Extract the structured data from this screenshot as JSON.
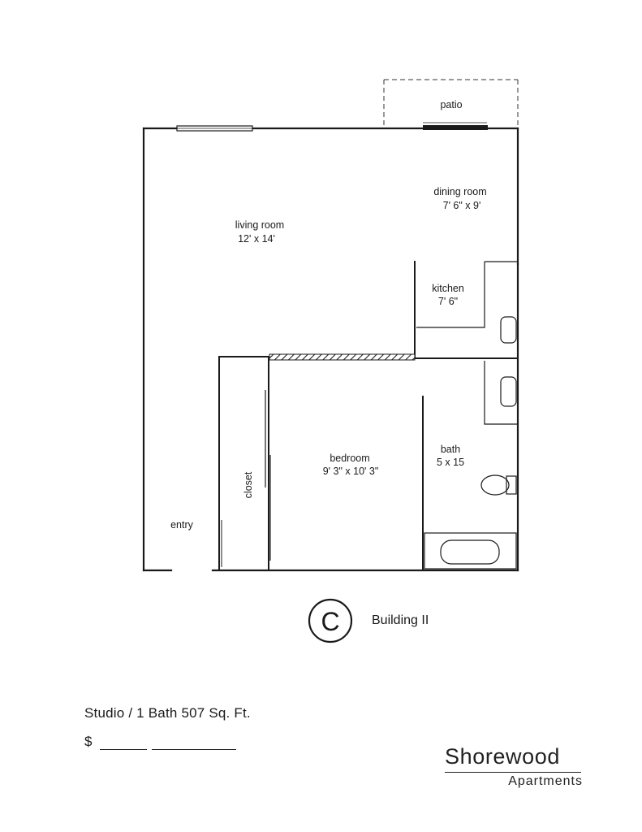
{
  "rooms": {
    "patio": "patio",
    "dining": "dining room",
    "dining_dim": "7' 6\" x 9'",
    "living": "living room",
    "living_dim": "12' x 14'",
    "kitchen": "kitchen",
    "kitchen_dim": "7' 6\"",
    "bedroom": "bedroom",
    "bedroom_dim": "9' 3\" x 10' 3\"",
    "bath": "bath",
    "bath_dim": "5 x 15",
    "closet": "closet",
    "entry": "entry"
  },
  "unit": {
    "letter": "C",
    "building": "Building II"
  },
  "footer": {
    "summary": "Studio / 1 Bath  507 Sq. Ft.",
    "price_symbol": "$"
  },
  "brand": {
    "name": "Shorewood",
    "sub": "Apartments"
  },
  "colors": {
    "line": "#1a1a1a",
    "paper": "#ffffff"
  }
}
